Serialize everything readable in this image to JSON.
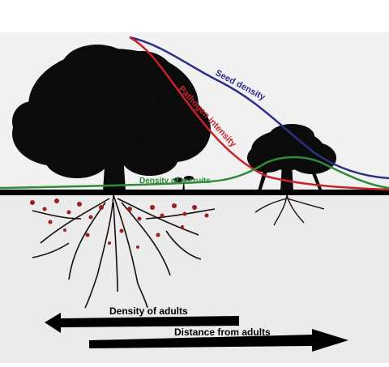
{
  "diagram": {
    "curves": {
      "seed_density": {
        "label": "Seed density",
        "color": "#2b2f86"
      },
      "pathogen_intensity": {
        "label": "Pathogen intensity",
        "color": "#c8232b"
      },
      "density_recruits": {
        "label": "Density of recruits",
        "color": "#2f8a3a"
      }
    },
    "axes": {
      "density_of_adults": {
        "label": "Density of adults"
      },
      "distance_from_adults": {
        "label": "Distance from adults"
      }
    },
    "colors": {
      "sky_top": "#ffffff",
      "sky_band": "#f1f1f1",
      "soil": "#ebebeb",
      "silhouette": "#0b0b0b",
      "pathogen_dots": "#9b1f1f",
      "ground_line": "#000000"
    },
    "icons": [
      "large-tree-icon",
      "small-tree-icon",
      "seedling-icon",
      "roots-icon"
    ]
  }
}
